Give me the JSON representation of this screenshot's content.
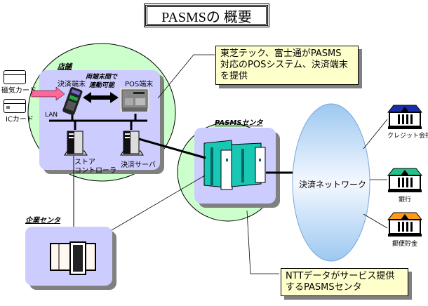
{
  "title": "PASMSの 概要",
  "store": {
    "section_label": "店舗",
    "payment_terminal": "決済端末",
    "pos_terminal": "POS端末",
    "link_label_line1": "両端末間で",
    "link_label_line2": "連動可能",
    "lan": "LAN",
    "store_controller_line1": "ストア",
    "store_controller_line2": "コントローラ",
    "payment_server": "決済サーバ"
  },
  "cards": {
    "magnetic": "磁気カード",
    "ic": "ICカード"
  },
  "pasms_center": {
    "section_label": "PASMSセンタ"
  },
  "enterprise_center": {
    "section_label": "企業センタ"
  },
  "network": {
    "label": "決済ネットワーク"
  },
  "institutions": [
    {
      "label": "クレジット会社",
      "roof_color": "#1a2ea8"
    },
    {
      "label": "銀行",
      "roof_color": "#22c08a"
    },
    {
      "label": "郵便貯金",
      "roof_color": "#ff9a1a"
    }
  ],
  "callouts": {
    "vendors_line1": "東芝テック、富士通がPASMS",
    "vendors_line2": "対応のPOSシステム、決済端末",
    "vendors_line3": "を提供",
    "ntt_line1": "NTTデータがサービス提供",
    "ntt_line2": "するPASMSセンタ"
  },
  "colors": {
    "zone_green": "#ccffcc",
    "panel_lavender": "#ccccff",
    "panel_shadow": "#808080",
    "callout_bg": "#ffffcc",
    "server_teal": "#19c8b4",
    "arrow_pink": "#ff6699"
  }
}
